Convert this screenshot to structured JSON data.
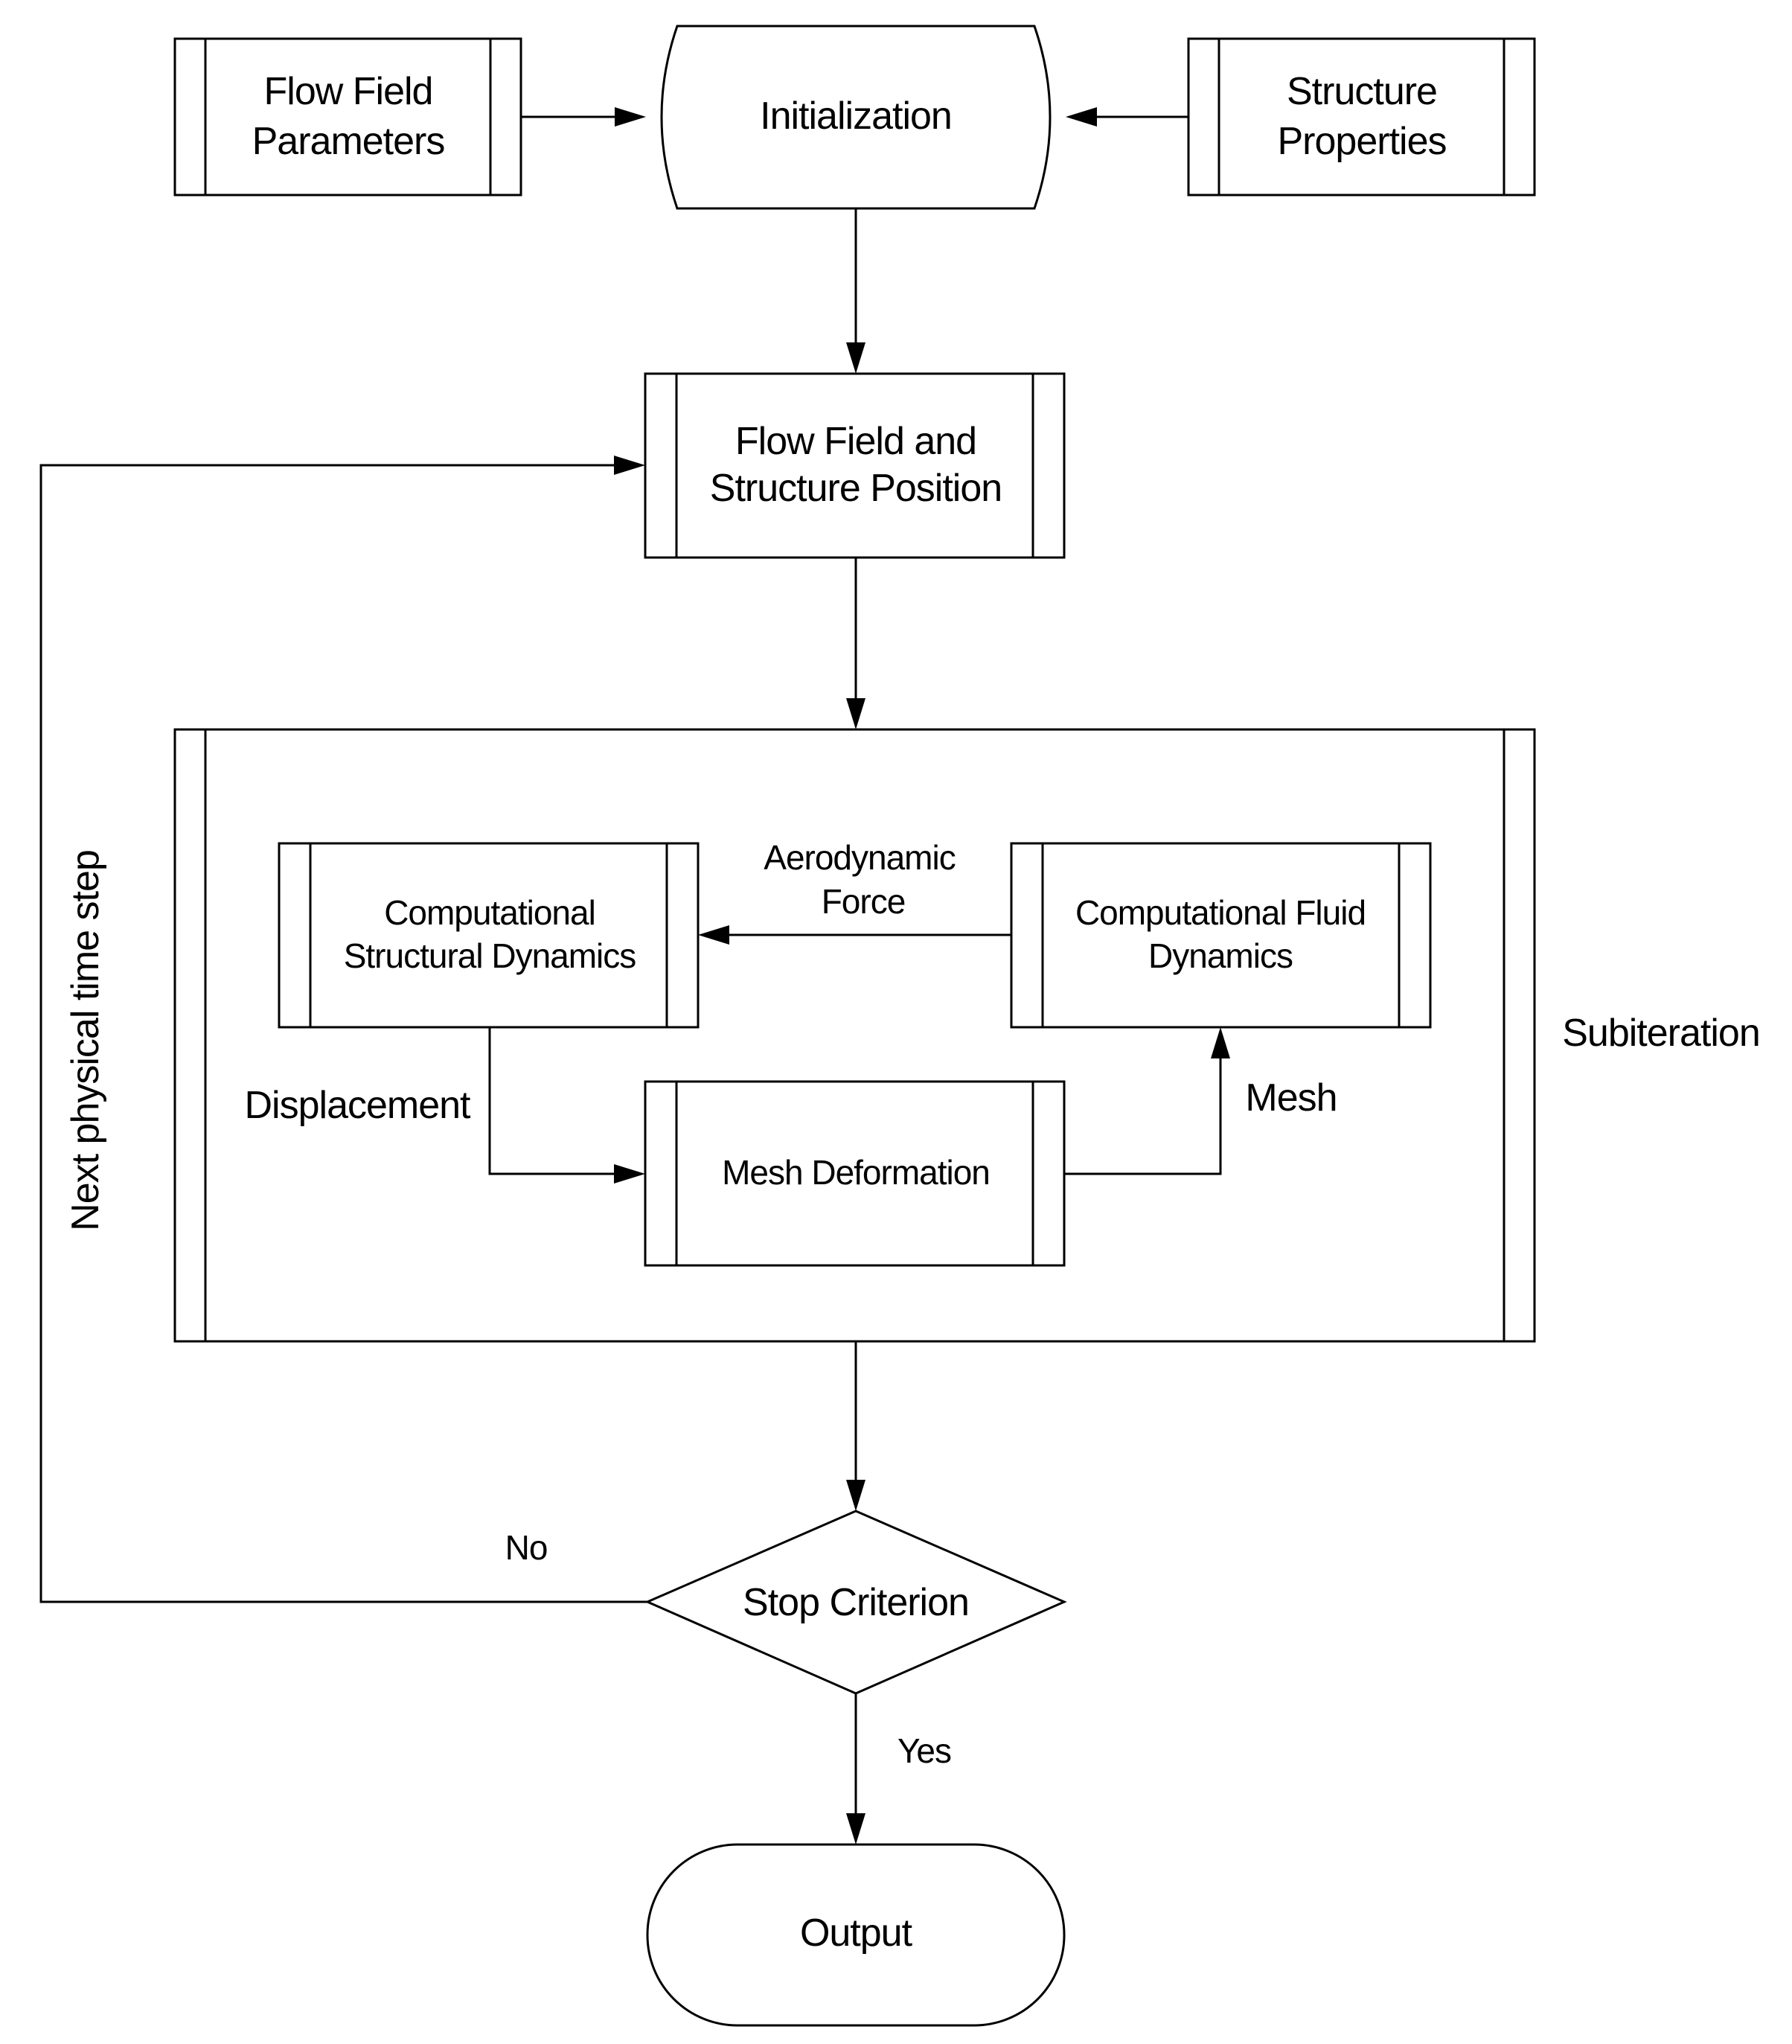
{
  "nodes": {
    "flow_field_parameters": {
      "lines": [
        "Flow Field",
        "Parameters"
      ]
    },
    "initialization": {
      "lines": [
        "Initialization"
      ]
    },
    "structure_properties": {
      "lines": [
        "Structure",
        "Properties"
      ]
    },
    "flow_field_structure_position": {
      "lines": [
        "Flow Field and",
        "Structure Position"
      ]
    },
    "subiteration": {
      "label": "Subiteration"
    },
    "computational_structural_dynamics": {
      "lines": [
        "Computational",
        "Structural Dynamics"
      ]
    },
    "computational_fluid_dynamics": {
      "lines": [
        "Computational Fluid",
        "Dynamics"
      ]
    },
    "mesh_deformation": {
      "lines": [
        "Mesh Deformation"
      ]
    },
    "stop_criterion": {
      "lines": [
        "Stop Criterion"
      ]
    },
    "output": {
      "lines": [
        "Output"
      ]
    }
  },
  "edge_labels": {
    "aerodynamic_force": [
      "Aerodynamic",
      "Force"
    ],
    "displacement": "Displacement",
    "mesh": "Mesh",
    "no": "No",
    "yes": "Yes",
    "next_physical_time_step": "Next physical time step"
  }
}
